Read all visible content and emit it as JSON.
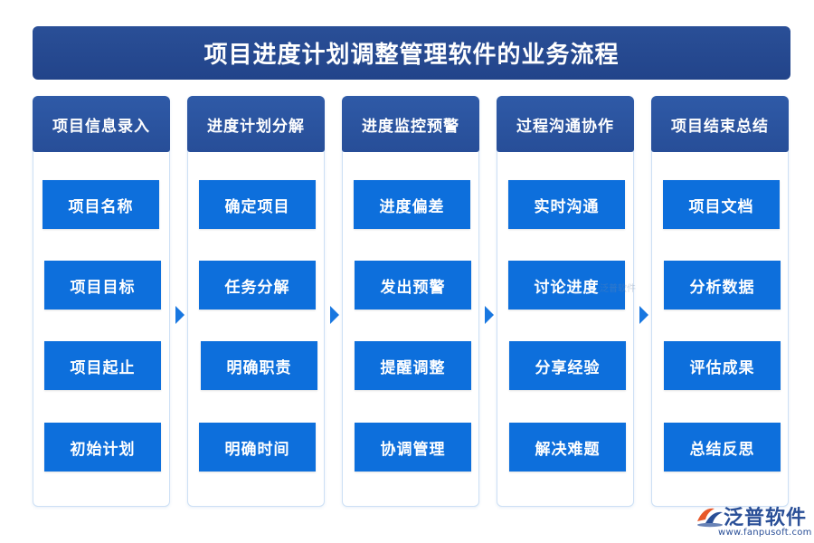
{
  "title": "项目进度计划调整管理软件的业务流程",
  "columns": [
    {
      "header": "项目信息录入",
      "items": [
        "项目名称",
        "项目目标",
        "项目起止",
        "初始计划"
      ]
    },
    {
      "header": "进度计划分解",
      "items": [
        "确定项目",
        "任务分解",
        "明确职责",
        "明确时间"
      ]
    },
    {
      "header": "进度监控预警",
      "items": [
        "进度偏差",
        "发出预警",
        "提醒调整",
        "协调管理"
      ]
    },
    {
      "header": "过程沟通协作",
      "items": [
        "实时沟通",
        "讨论进度",
        "分享经验",
        "解决难题"
      ]
    },
    {
      "header": "项目结束总结",
      "items": [
        "项目文档",
        "分析数据",
        "评估成果",
        "总结反思"
      ]
    }
  ],
  "watermark": "泛普软件",
  "logo": {
    "name": "泛普软件",
    "url": "www.fanpusoft.com"
  },
  "colors": {
    "title_bg": "#2a4f97",
    "header_bg": "#2f5aa7",
    "item_bg": "#0d6fdc",
    "arrow": "#1877e0",
    "border": "#cde0f5"
  }
}
